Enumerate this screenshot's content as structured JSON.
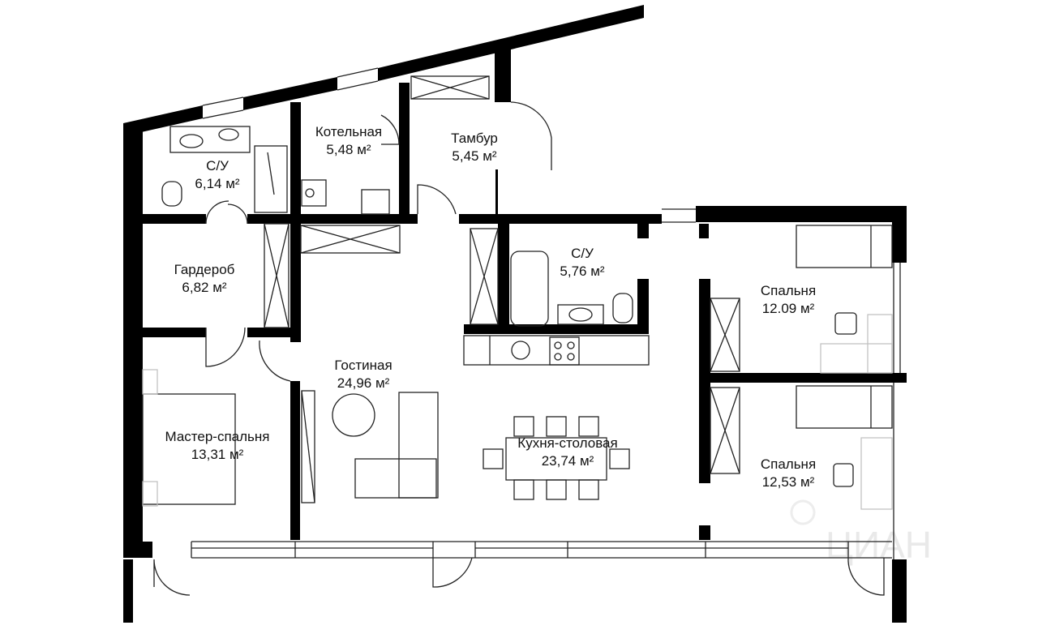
{
  "rooms": [
    {
      "id": "bath1",
      "name": "С/У",
      "area": "6,14 м²"
    },
    {
      "id": "boiler",
      "name": "Котельная",
      "area": "5,48 м²"
    },
    {
      "id": "vestibule",
      "name": "Тамбур",
      "area": "5,45 м²"
    },
    {
      "id": "wardrobe",
      "name": "Гардероб",
      "area": "6,82 м²"
    },
    {
      "id": "bath2",
      "name": "С/У",
      "area": "5,76 м²"
    },
    {
      "id": "bedroom1",
      "name": "Спальня",
      "area": "12.09 м²"
    },
    {
      "id": "living",
      "name": "Гостиная",
      "area": "24,96 м²"
    },
    {
      "id": "master",
      "name": "Мастер-спальня",
      "area": "13,31 м²"
    },
    {
      "id": "kitchen",
      "name": "Кухня-столовая",
      "area": "23,74 м²"
    },
    {
      "id": "bedroom2",
      "name": "Спальня",
      "area": "12,53 м²"
    }
  ],
  "watermark": {
    "text": "ЦИАН",
    "icon": "watermark-logo-icon"
  },
  "colors": {
    "wall": "#000000",
    "line": "#222222",
    "furniture_gray": "#bdbdbd"
  }
}
